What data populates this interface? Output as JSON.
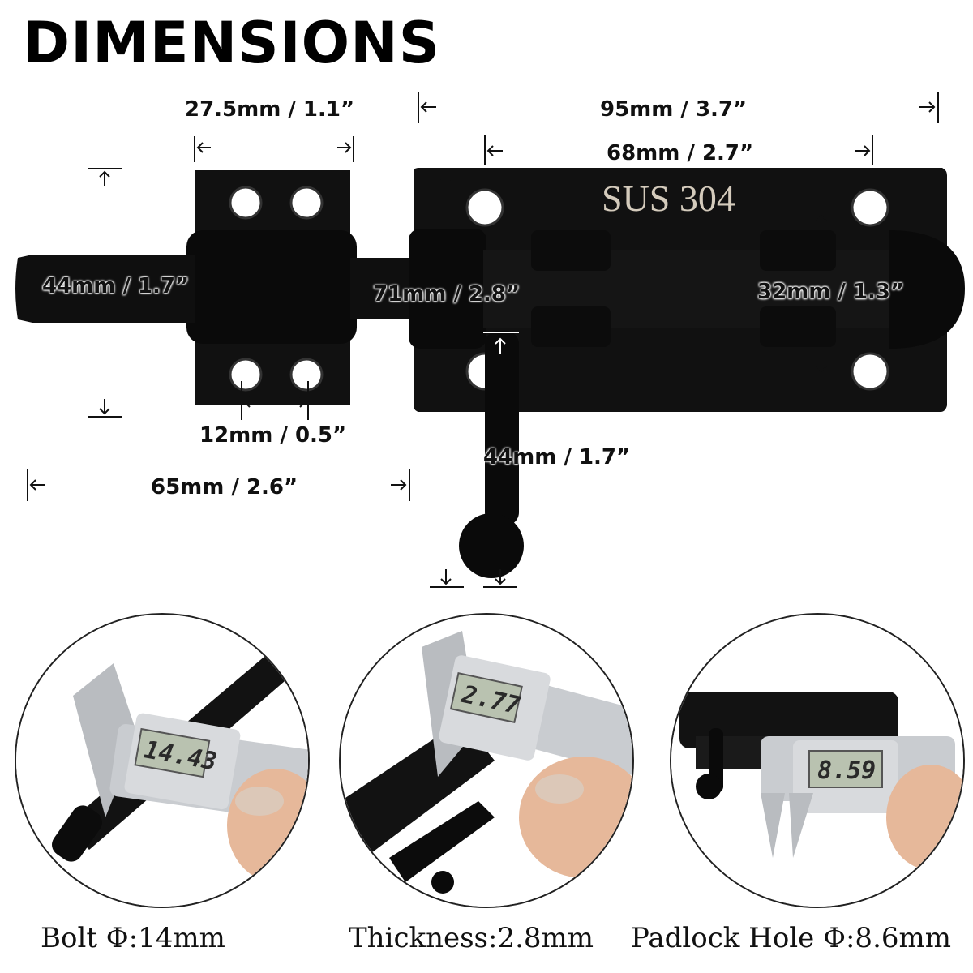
{
  "title": "DIMENSIONS",
  "stamp": "SUS 304",
  "dimensions": {
    "latch_width": "27.5mm / 1.1”",
    "plate_length": "95mm / 3.7”",
    "hole_spacing": "68mm / 2.7”",
    "latch_height": "44mm / 1.7”",
    "bolt_length": "71mm / 2.8”",
    "plate_height": "32mm / 1.3”",
    "latch_hole_spacing": "12mm / 0.5”",
    "handle_length": "44mm / 1.7”",
    "bolt_extension": "65mm / 2.6”"
  },
  "photos": [
    {
      "caption": "Bolt  Φ:14mm",
      "reading": "14.43"
    },
    {
      "caption": "Thickness:2.8mm",
      "reading": "2.77"
    },
    {
      "caption": "Padlock  Hole  Φ:8.6mm",
      "reading": "8.59"
    }
  ],
  "colors": {
    "metal": "#111111",
    "caliper": "#c9ccd0",
    "lcd": "#b9c2b0",
    "skin": "#e6b89a"
  }
}
